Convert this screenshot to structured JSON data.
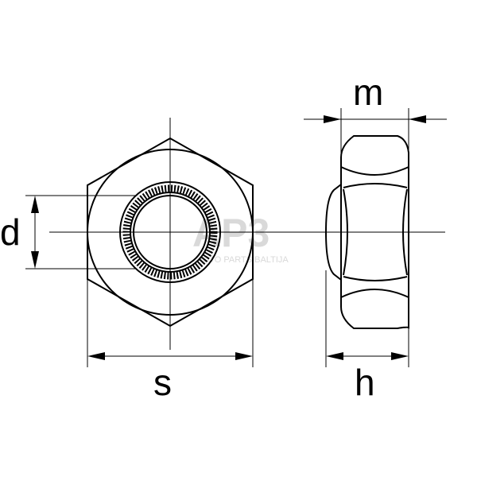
{
  "diagram": {
    "subject": "hex lock nut with nylon insert - technical drawing",
    "dimension_labels": {
      "d": "d",
      "s": "s",
      "m": "m",
      "h": "h"
    },
    "watermark": {
      "logo_text": "AP3",
      "tagline": "AUTO PARTS BALTIJA",
      "color": "#d9d9d9"
    },
    "line_color": "#000000",
    "background": "#ffffff"
  }
}
